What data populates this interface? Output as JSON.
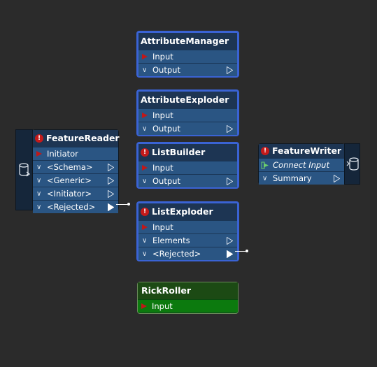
{
  "canvas": {
    "background": "#2b2b2b"
  },
  "nodes": {
    "attribute_manager": {
      "title": "AttributeManager",
      "input": "Input",
      "output": "Output"
    },
    "attribute_exploder": {
      "title": "AttributeExploder",
      "input": "Input",
      "output": "Output"
    },
    "feature_reader": {
      "title": "FeatureReader",
      "initiator": "Initiator",
      "schema": "<Schema>",
      "generic": "<Generic>",
      "initiator_out": "<Initiator>",
      "rejected": "<Rejected>"
    },
    "list_builder": {
      "title": "ListBuilder",
      "input": "Input",
      "output": "Output"
    },
    "feature_writer": {
      "title": "FeatureWriter",
      "connect_input": "Connect Input",
      "summary": "Summary"
    },
    "list_exploder": {
      "title": "ListExploder",
      "input": "Input",
      "elements": "Elements",
      "rejected": "<Rejected>"
    },
    "rick_roller": {
      "title": "RickRoller",
      "input": "Input"
    }
  },
  "colors": {
    "selected_border": "#3a63d4",
    "node_header": "#1d3553",
    "port_row": "#2a5583",
    "input_port": "#c01818",
    "warning": "#c41a1a",
    "custom_node_header": "#1c4a14",
    "custom_node_row": "#0c7a0e"
  },
  "icons": [
    "warning-icon",
    "input-port-icon",
    "output-port-icon",
    "chevron-down-icon",
    "database-icon",
    "connect-input-icon"
  ]
}
